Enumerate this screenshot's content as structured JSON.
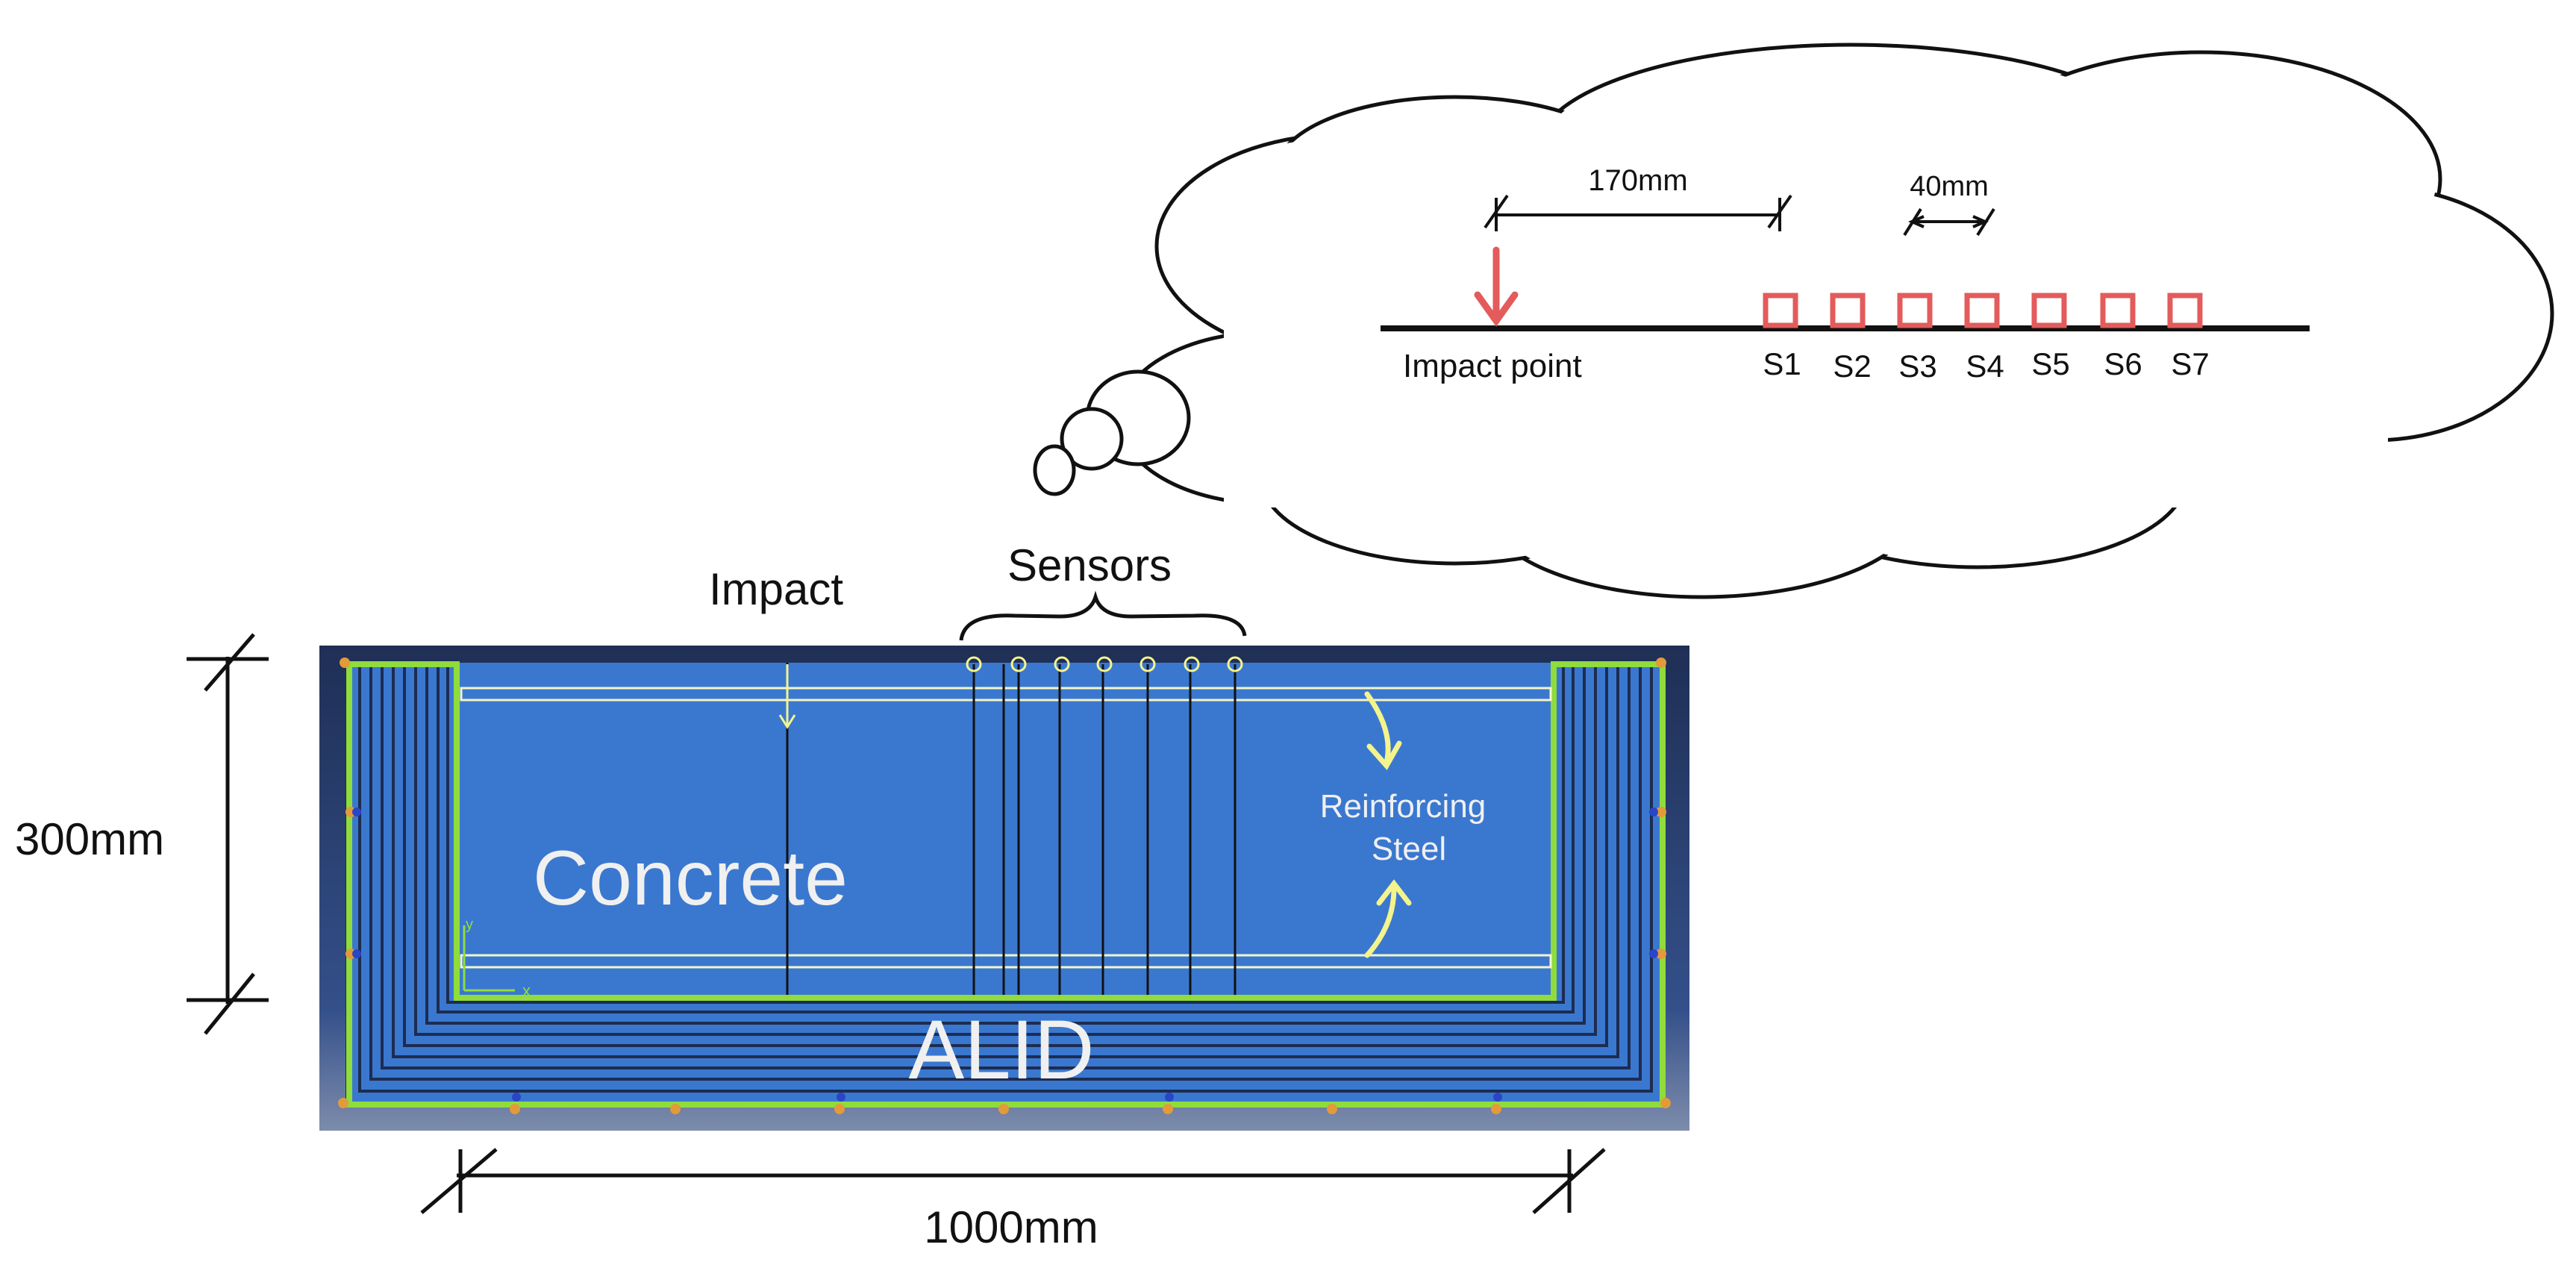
{
  "labels": {
    "height_dim": "300mm",
    "width_dim": "1000mm",
    "impact": "Impact",
    "sensors": "Sensors",
    "concrete": "Concrete",
    "alid": "ALID",
    "reinforcing_line1": "Reinforcing",
    "reinforcing_line2": "Steel"
  },
  "inset": {
    "dim_impact_to_s1": "170mm",
    "dim_sensor_spacing": "40mm",
    "impact_point": "Impact point",
    "sensors": [
      "S1",
      "S2",
      "S3",
      "S4",
      "S5",
      "S6",
      "S7"
    ]
  },
  "colors": {
    "concrete_blue": "#3a78d0",
    "frame_dark": "#2a3f6c",
    "alid_green": "#8fdc3c",
    "steel_outline": "#f4f4c8",
    "annotation_yellow": "#f4f48c",
    "sensor_red": "#e35b5b",
    "impact_arrow_red": "#e35b5b",
    "ink": "#111111"
  }
}
